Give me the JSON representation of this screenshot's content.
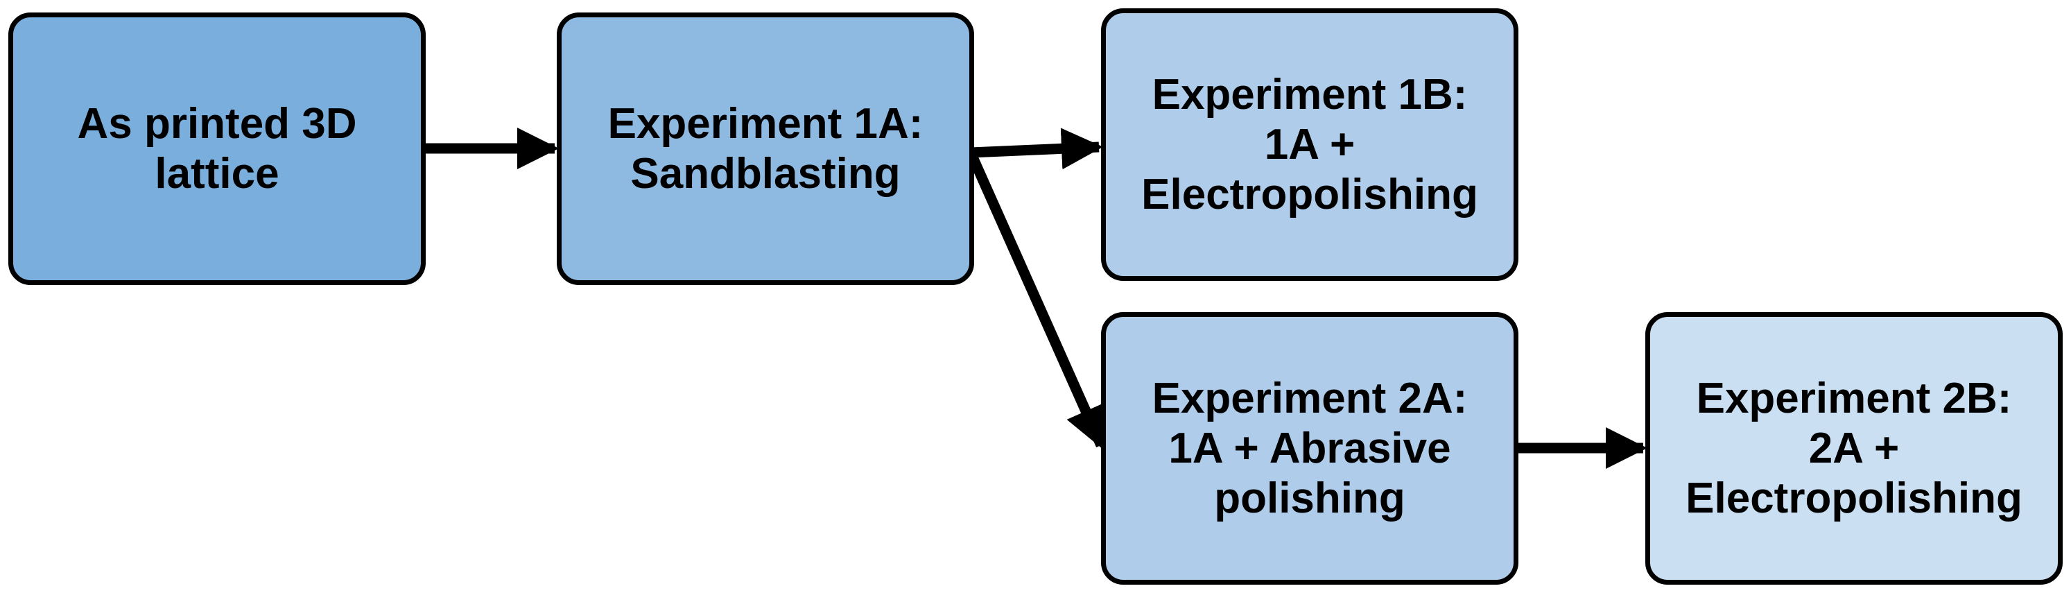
{
  "nodes": {
    "start": {
      "lines": [
        "As printed 3D",
        "lattice"
      ],
      "fill": "#7AAEDC"
    },
    "exp_1a": {
      "lines": [
        "Experiment 1A:",
        "Sandblasting"
      ],
      "fill": "#8EBAE2"
    },
    "exp_1b": {
      "lines": [
        "Experiment 1B:",
        "1A +",
        "Electropolishing"
      ],
      "fill": "#AFCDEA"
    },
    "exp_2a": {
      "lines": [
        "Experiment 2A:",
        "1A + Abrasive",
        "polishing"
      ],
      "fill": "#AFCDEA"
    },
    "exp_2b": {
      "lines": [
        "Experiment 2B:",
        "2A +",
        "Electropolishing"
      ],
      "fill": "#CBDFF2"
    }
  },
  "edges": [
    {
      "from": "start",
      "to": "exp_1a"
    },
    {
      "from": "exp_1a",
      "to": "exp_1b"
    },
    {
      "from": "exp_1a",
      "to": "exp_2a"
    },
    {
      "from": "exp_2a",
      "to": "exp_2b"
    }
  ],
  "colors": {
    "border": "#000000",
    "arrow": "#000000",
    "text": "#000000"
  }
}
